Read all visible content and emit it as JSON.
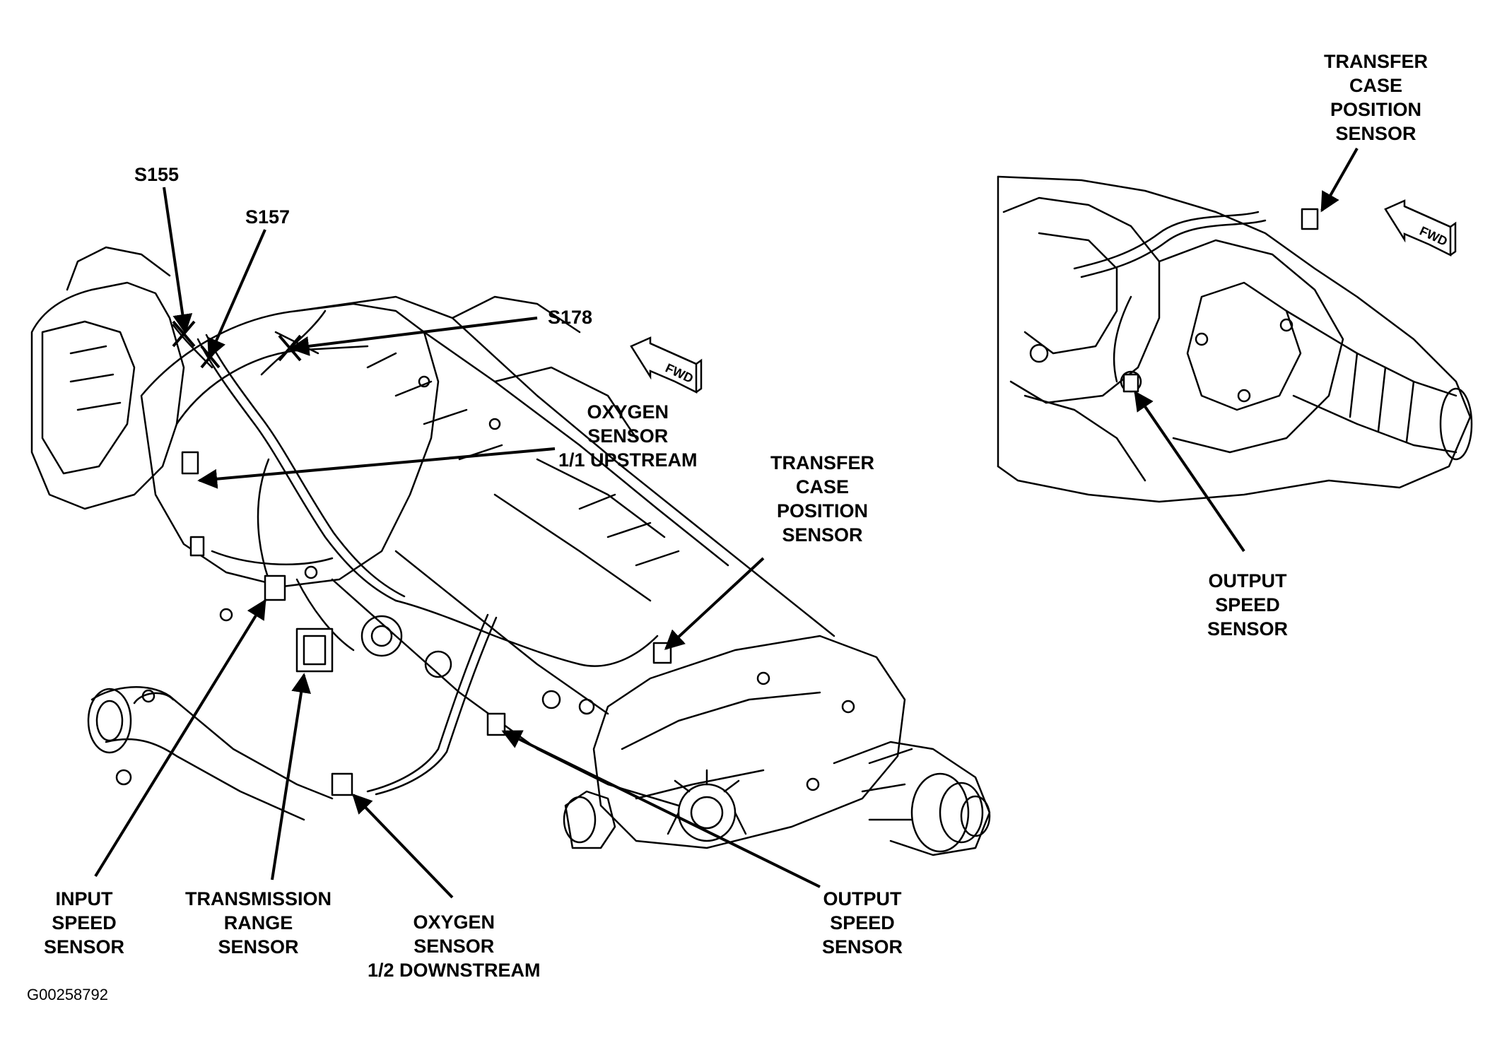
{
  "figure_id": "G00258792",
  "fwd_label": "FWD",
  "callouts": {
    "s155": "S155",
    "s157": "S157",
    "s178": "S178",
    "oxygen_upstream": [
      "OXYGEN",
      "SENSOR",
      "1/1 UPSTREAM"
    ],
    "transfer_case_main": [
      "TRANSFER",
      "CASE",
      "POSITION",
      "SENSOR"
    ],
    "input_speed": [
      "INPUT",
      "SPEED",
      "SENSOR"
    ],
    "transmission_range": [
      "TRANSMISSION",
      "RANGE",
      "SENSOR"
    ],
    "oxygen_downstream": [
      "OXYGEN",
      "SENSOR",
      "1/2 DOWNSTREAM"
    ],
    "output_speed_main": [
      "OUTPUT",
      "SPEED",
      "SENSOR"
    ],
    "transfer_case_inset": [
      "TRANSFER",
      "CASE",
      "POSITION",
      "SENSOR"
    ],
    "output_speed_inset": [
      "OUTPUT",
      "SPEED",
      "SENSOR"
    ]
  }
}
